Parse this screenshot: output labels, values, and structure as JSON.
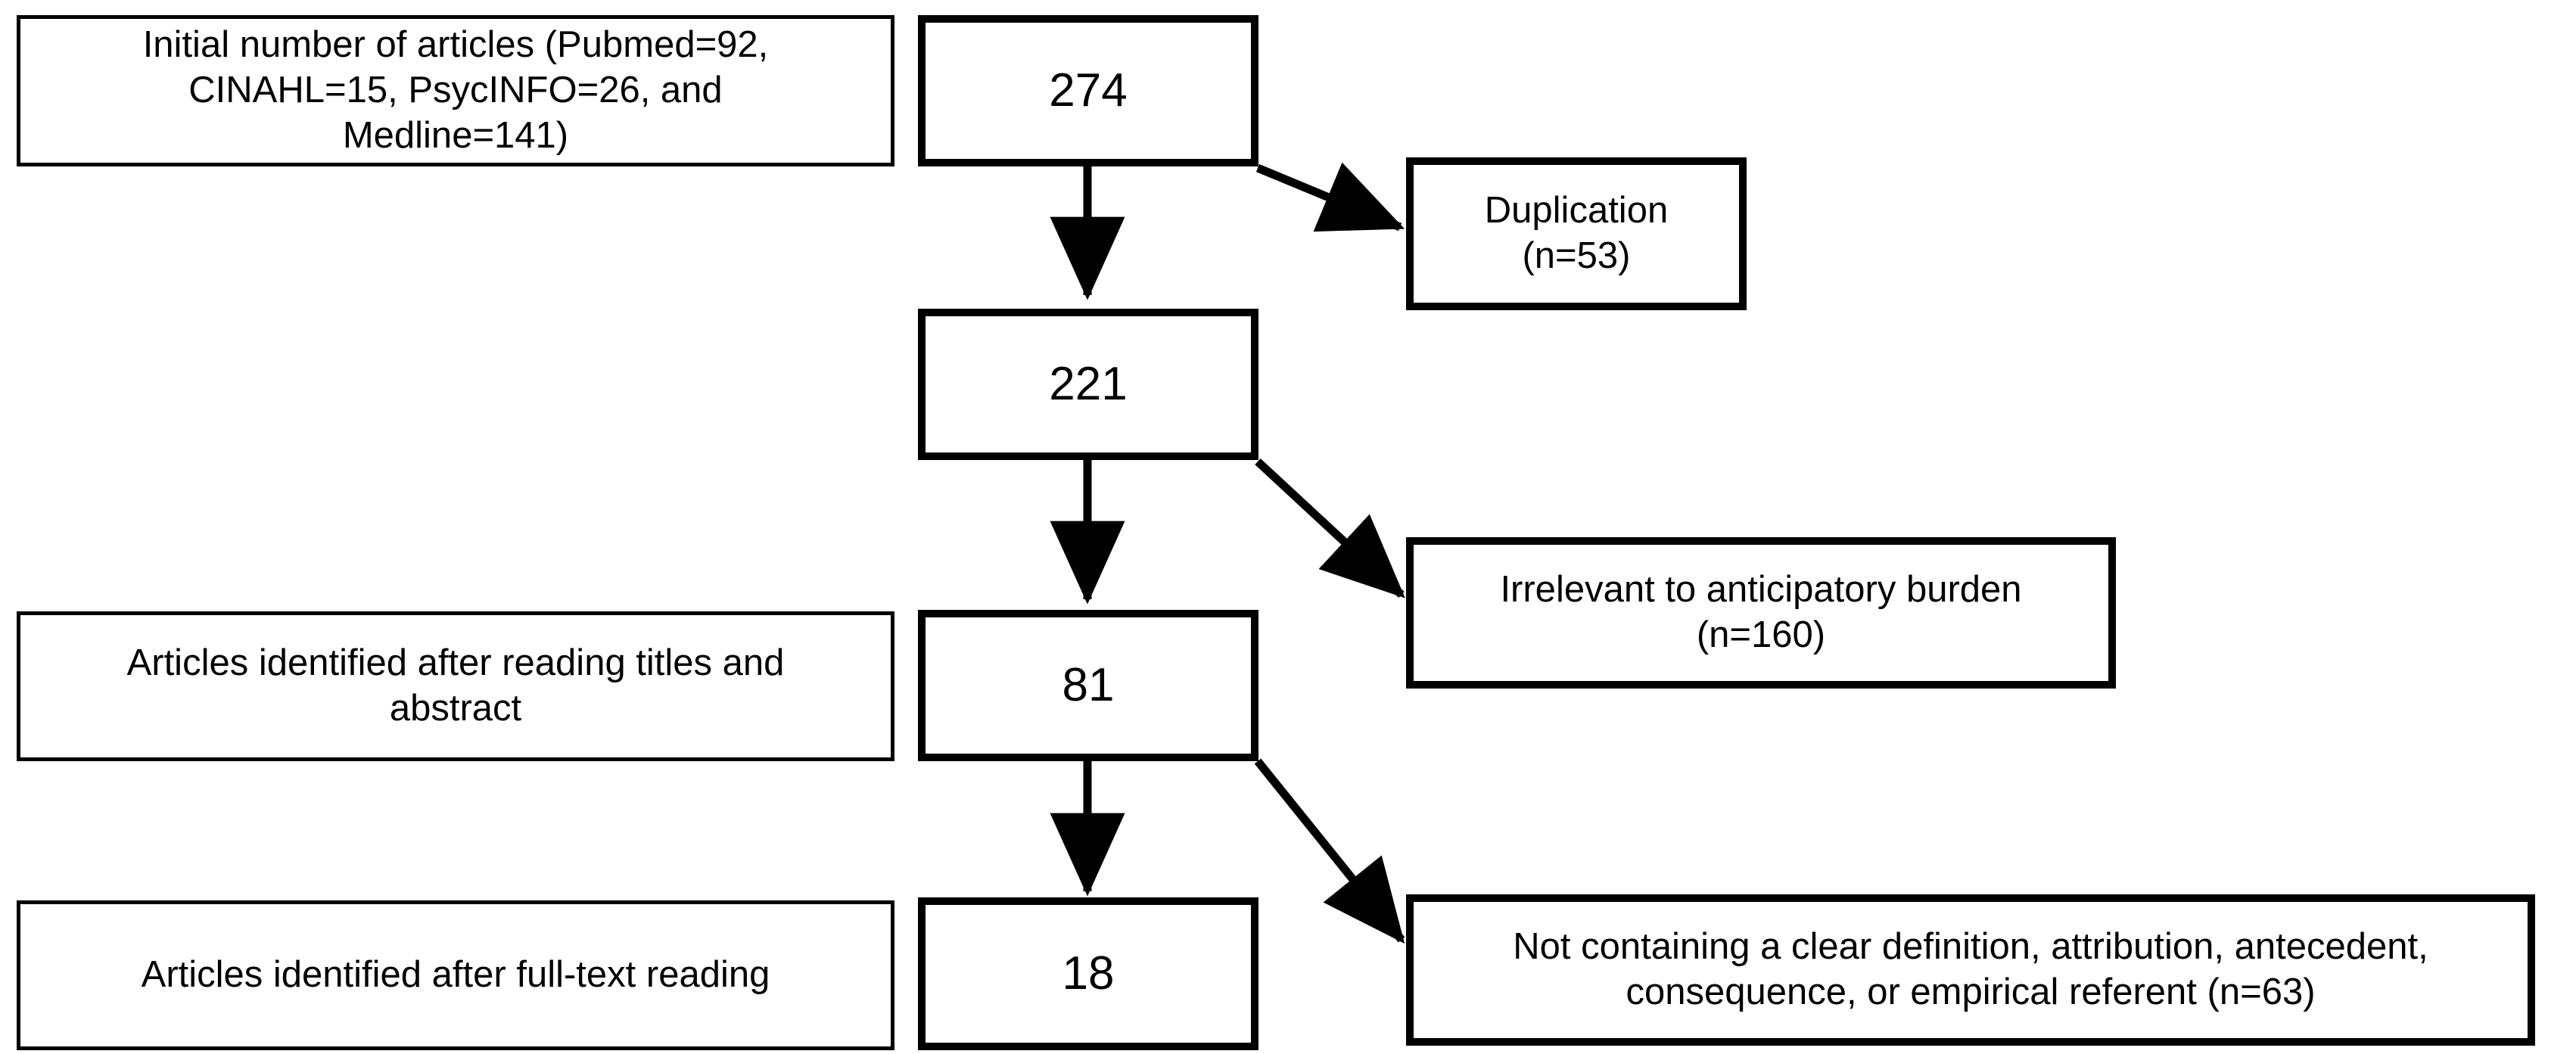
{
  "diagram": {
    "title": "Article selection flow diagram",
    "type": "flowchart",
    "stroke_color": "#000000",
    "background_color": "#ffffff",
    "nodes": [
      {
        "id": "initial-articles",
        "label": "Initial number of articles (Pubmed=92,\nCINAHL=15, PsycINFO=26, and\nMedline=141)",
        "role": "stage-description",
        "column": "left"
      },
      {
        "id": "count-274",
        "label": "274",
        "role": "count",
        "column": "center"
      },
      {
        "id": "duplication",
        "label": "Duplication (n=53)",
        "role": "exclusion",
        "column": "right"
      },
      {
        "id": "count-221",
        "label": "221",
        "role": "count",
        "column": "center"
      },
      {
        "id": "irrelevant",
        "label": "Irrelevant to anticipatory burden\n(n=160)",
        "role": "exclusion",
        "column": "right"
      },
      {
        "id": "titles-abstract",
        "label": "Articles identified after reading titles and\nabstract",
        "role": "stage-description",
        "column": "left"
      },
      {
        "id": "count-81",
        "label": "81",
        "role": "count",
        "column": "center"
      },
      {
        "id": "no-definition",
        "label": "Not containing a clear definition, attribution, antecedent,\nconsequence, or empirical referent (n=63)",
        "role": "exclusion",
        "column": "right"
      },
      {
        "id": "full-text",
        "label": "Articles identified after full-text reading",
        "role": "stage-description",
        "column": "left"
      },
      {
        "id": "count-18",
        "label": "18",
        "role": "count",
        "column": "center"
      }
    ],
    "edges": [
      {
        "from": "count-274",
        "to": "count-221",
        "kind": "vertical-arrow"
      },
      {
        "from": "count-274",
        "to": "duplication",
        "kind": "diagonal-arrow"
      },
      {
        "from": "count-221",
        "to": "count-81",
        "kind": "vertical-arrow"
      },
      {
        "from": "count-221",
        "to": "irrelevant",
        "kind": "diagonal-arrow"
      },
      {
        "from": "count-81",
        "to": "count-18",
        "kind": "vertical-arrow"
      },
      {
        "from": "count-81",
        "to": "no-definition",
        "kind": "diagonal-arrow"
      }
    ],
    "counts": {
      "pubmed": 92,
      "cinahl": 15,
      "psycinfo": 26,
      "medline": 141,
      "initial_total": 274,
      "duplication_excluded": 53,
      "after_duplication": 221,
      "irrelevant_excluded": 160,
      "after_title_abstract": 81,
      "no_definition_excluded": 63,
      "after_full_text": 18
    }
  }
}
